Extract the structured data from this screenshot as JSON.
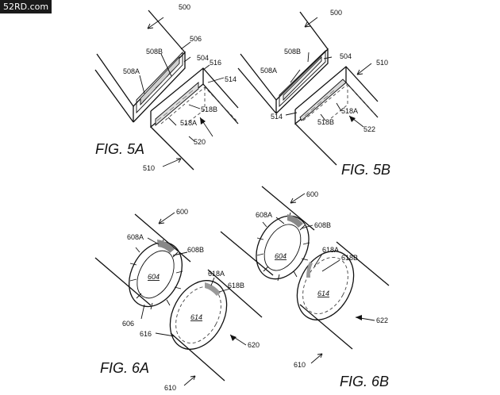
{
  "watermark": "52RD.com",
  "figures": {
    "fig5a": {
      "caption": "FIG. 5A",
      "labels": {
        "a500": "500",
        "a506": "506",
        "a508b": "508B",
        "a508a": "508A",
        "a504": "504",
        "a516": "516",
        "a514": "514",
        "a518b": "518B",
        "a518a": "518A",
        "a520": "520",
        "a510": "510"
      }
    },
    "fig5b": {
      "caption": "FIG. 5B",
      "labels": {
        "b500": "500",
        "b508b": "508B",
        "b504": "504",
        "b508a": "508A",
        "b510": "510",
        "b518a": "518A",
        "b514": "514",
        "b518b": "518B",
        "b522": "522"
      }
    },
    "fig6a": {
      "caption": "FIG. 6A",
      "labels": {
        "c600": "600",
        "c608a": "608A",
        "c608b": "608B",
        "c604": "604",
        "c618a": "618A",
        "c618b": "618B",
        "c614": "614",
        "c606": "606",
        "c616": "616",
        "c620": "620",
        "c610": "610"
      }
    },
    "fig6b": {
      "caption": "FIG. 6B",
      "labels": {
        "d600": "600",
        "d608a": "608A",
        "d608b": "608B",
        "d604": "604",
        "d618a": "618A",
        "d618b": "618B",
        "d614": "614",
        "d622": "622",
        "d610": "610"
      }
    }
  }
}
